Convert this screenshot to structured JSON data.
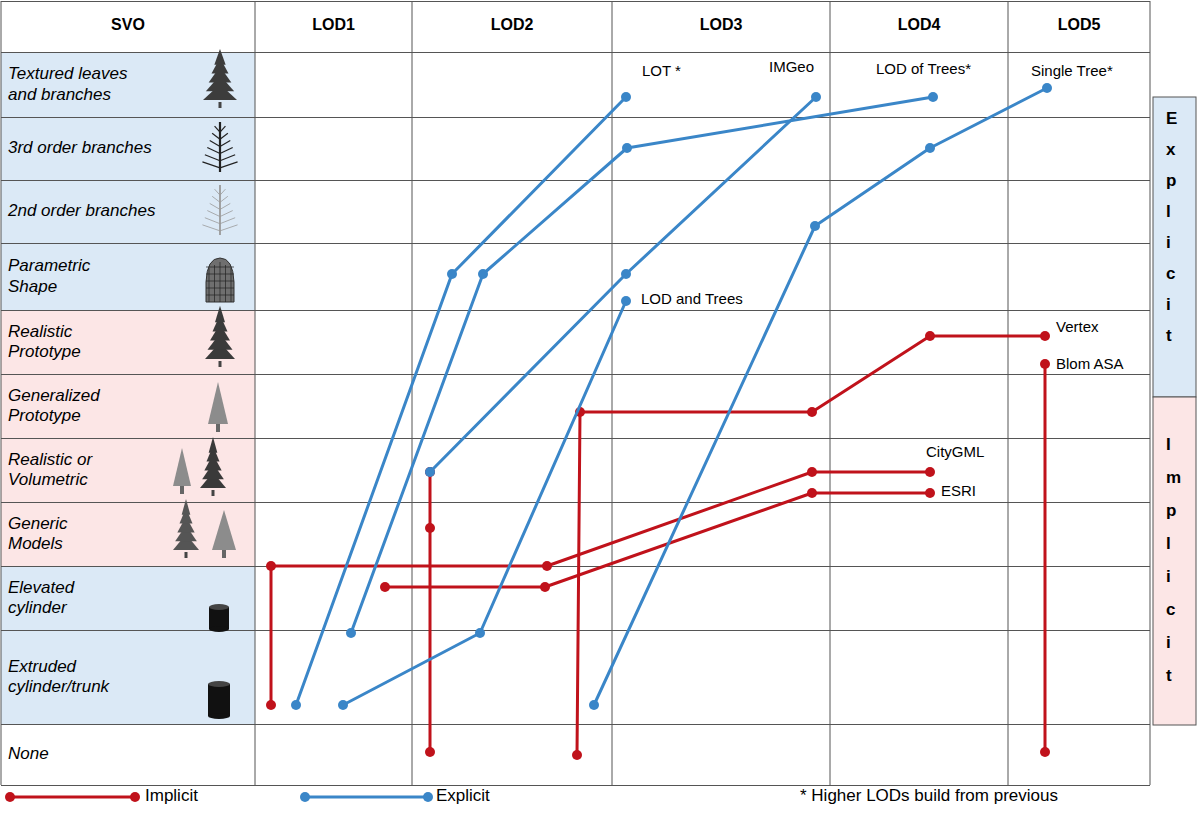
{
  "diagram": {
    "labels": [
      "SVO",
      "LOD1",
      "LOD2",
      "LOD3",
      "LOD4",
      "LOD5",
      "Textured leaves and branches",
      "3rd order branches",
      "2nd order branches",
      "Parametric Shape",
      "Realistic Prototype",
      "Generalized Prototype",
      "Realistic or Volumetric",
      "Generic Models",
      "Elevated cylinder",
      "Extruded cylinder/trunk",
      "None",
      "LOT *",
      "IMGeo",
      "LOD of Trees*",
      "Single Tree*",
      "LOD and Trees",
      "Vertex",
      "Blom ASA",
      "CityGML",
      "ESRI",
      "Explicit",
      "Implicit",
      "* Higher LODs build from previous"
    ],
    "legend": [
      {
        "text": "Implicit"
      },
      {
        "text": "Explicit"
      }
    ]
  }
}
